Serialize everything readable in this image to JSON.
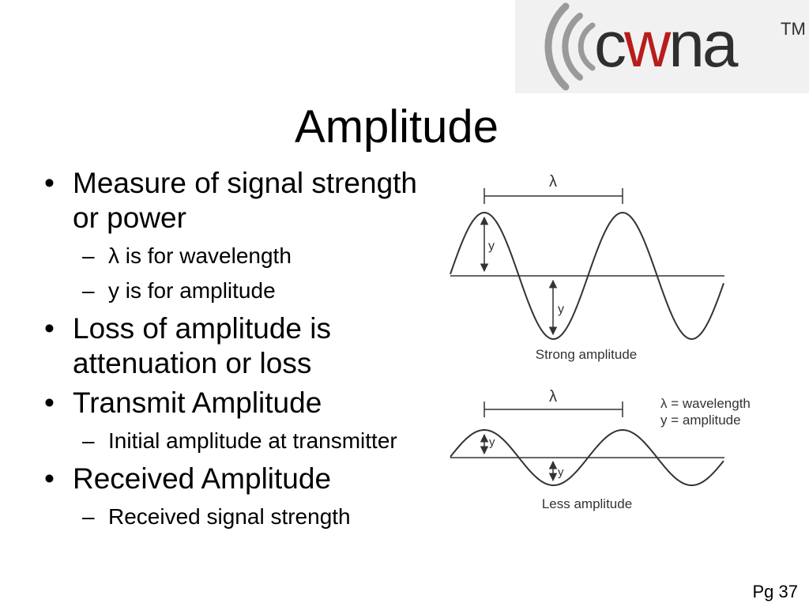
{
  "logo": {
    "text": "cwna",
    "trademark": "TM",
    "colors": {
      "letters": "#2f2f2f",
      "accent": "#b91c1c",
      "waves": "#9a9a9a"
    }
  },
  "slide": {
    "title": "Amplitude",
    "page_number": "Pg 37"
  },
  "bullets": [
    {
      "text": "Measure of signal strength or power",
      "sub": [
        "λ is for wavelength",
        "y is for amplitude"
      ]
    },
    {
      "text": "Loss of amplitude is attenuation or loss",
      "sub": []
    },
    {
      "text": "Transmit Amplitude",
      "sub": [
        "Initial amplitude at transmitter"
      ]
    },
    {
      "text": "Received Amplitude",
      "sub": [
        "Received signal strength"
      ]
    }
  ],
  "markers": {
    "level1": "•",
    "level2": "–"
  },
  "diagram": {
    "strong": {
      "caption": "Strong amplitude",
      "lambda_label": "λ",
      "y_label": "y",
      "amplitude": 80
    },
    "less": {
      "caption": "Less amplitude",
      "lambda_label": "λ",
      "y_label": "y",
      "amplitude": 35
    },
    "legend": [
      "λ = wavelength",
      "y = amplitude"
    ]
  }
}
